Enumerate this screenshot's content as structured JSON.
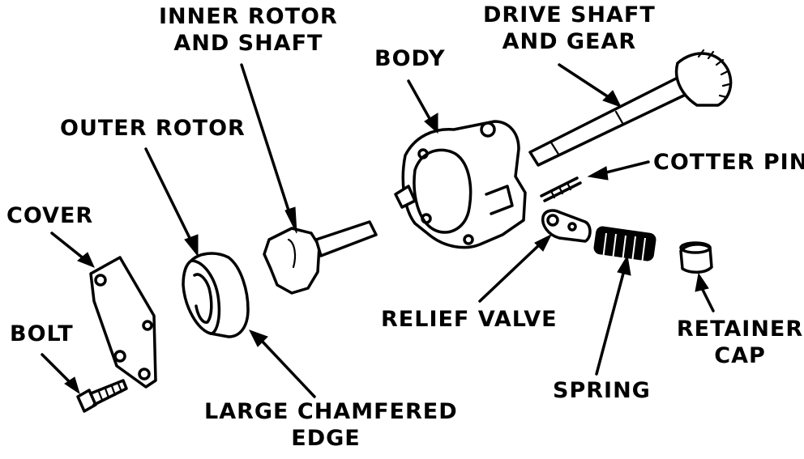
{
  "labels": {
    "inner_rotor": [
      "INNER ROTOR",
      "AND SHAFT"
    ],
    "drive_shaft": [
      "DRIVE SHAFT",
      "AND GEAR"
    ],
    "body": "BODY",
    "outer_rotor": "OUTER ROTOR",
    "cotter_pin": "COTTER PIN",
    "cover": "COVER",
    "bolt": "BOLT",
    "relief_valve": "RELIEF VALVE",
    "retainer_cap": [
      "RETAINER",
      "CAP"
    ],
    "spring": "SPRING",
    "chamfered_edge": [
      "LARGE CHAMFERED",
      "EDGE"
    ]
  },
  "colors": {
    "ink": "#000000",
    "paper": "#ffffff"
  }
}
